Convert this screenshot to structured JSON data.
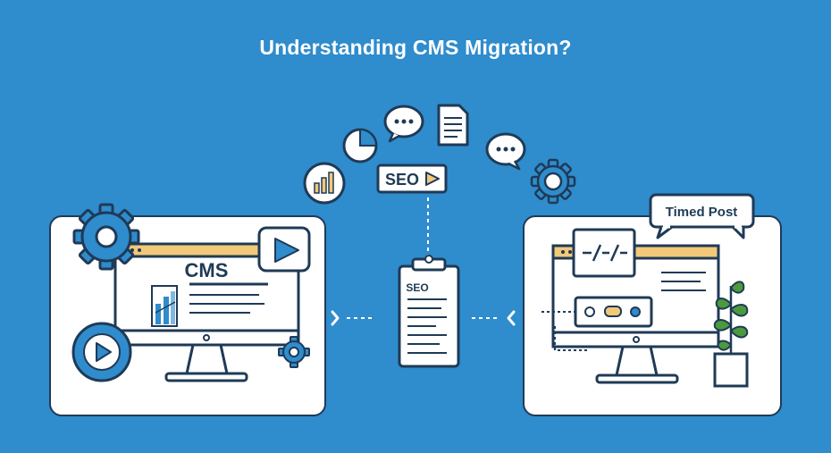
{
  "title": "Understanding CMS Migration?",
  "source_panel": {
    "label": "CMS"
  },
  "center": {
    "seo_tag": "SEO",
    "clipboard_label": "SEO"
  },
  "target_panel": {
    "speech_label": "Timed Post",
    "code_label": "—/—/—"
  },
  "colors": {
    "background": "#2f8ccd",
    "panel": "#ffffff",
    "outline": "#1f3a56",
    "accent_blue": "#2f8ccd",
    "accent_yellow": "#f2c879",
    "plant_green": "#4c9a3c"
  },
  "icons": [
    "gear-icon",
    "play-icon",
    "bar-chart-icon",
    "pie-chart-icon",
    "chat-bubble-icon",
    "document-icon",
    "clipboard-icon",
    "monitor-icon",
    "plant-icon",
    "chevron-left-icon",
    "chevron-right-icon"
  ]
}
